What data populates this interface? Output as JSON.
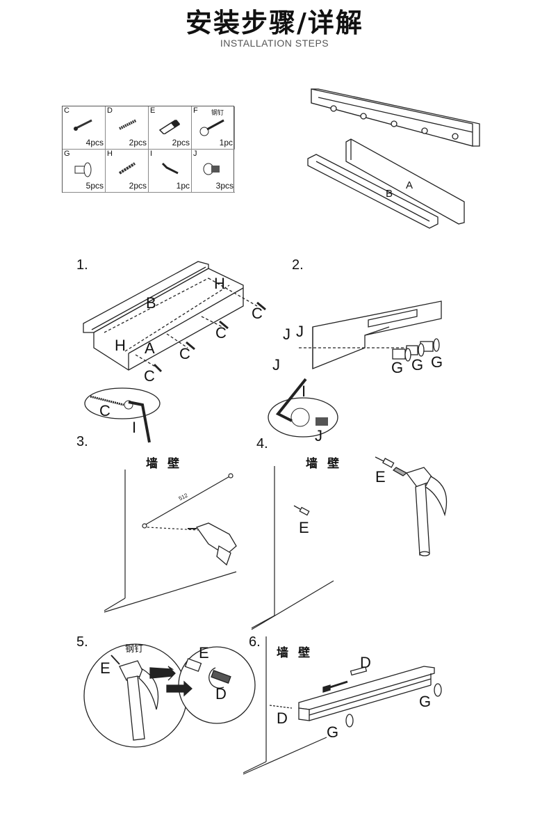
{
  "header": {
    "title": "安装步骤/详解",
    "subtitle": "INSTALLATION STEPS"
  },
  "parts": [
    {
      "letter": "C",
      "qty": "4pcs",
      "name": "",
      "icon": "screw-icon"
    },
    {
      "letter": "D",
      "qty": "2pcs",
      "name": "",
      "icon": "double-screw-icon"
    },
    {
      "letter": "E",
      "qty": "2pcs",
      "name": "",
      "icon": "wall-anchor-icon"
    },
    {
      "letter": "F",
      "qty": "1pc",
      "name": "钢钉",
      "icon": "steel-nail-icon"
    },
    {
      "letter": "G",
      "qty": "5pcs",
      "name": "",
      "icon": "hook-knob-icon"
    },
    {
      "letter": "H",
      "qty": "2pcs",
      "name": "",
      "icon": "dowel-icon"
    },
    {
      "letter": "I",
      "qty": "1pc",
      "name": "",
      "icon": "allen-key-icon"
    },
    {
      "letter": "J",
      "qty": "3pcs",
      "name": "",
      "icon": "hex-bolt-icon"
    }
  ],
  "overview": {
    "label_a": "A",
    "label_b": "B"
  },
  "steps": {
    "s1": "1.",
    "s2": "2.",
    "s3": "3.",
    "s4": "4.",
    "s5": "5.",
    "s6": "6."
  },
  "wall_text": "墙壁",
  "nail_text": "钢钉",
  "measure_text": "512",
  "labels": {
    "A": "A",
    "B": "B",
    "C": "C",
    "D": "D",
    "E": "E",
    "G": "G",
    "H": "H",
    "I": "I",
    "J": "J"
  }
}
